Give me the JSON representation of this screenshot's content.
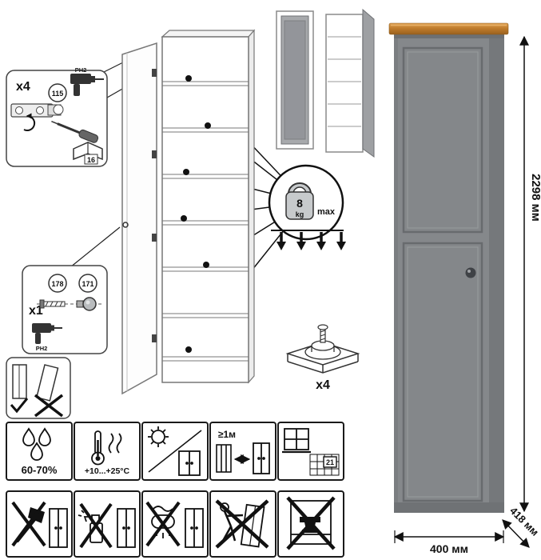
{
  "hinge_panel": {
    "count": "x4",
    "hinge_number": "115",
    "book_page": "16",
    "bit": "PH2"
  },
  "handle_panel": {
    "count": "x1",
    "screw_number": "178",
    "knob_number": "171",
    "bit": "PH2"
  },
  "load": {
    "value": "8",
    "unit": "kg",
    "max_label": "max"
  },
  "foot": {
    "count": "x4"
  },
  "dims": {
    "height": "2298 мм",
    "width": "400 мм",
    "depth": "418 мм"
  },
  "care": {
    "humidity": "60-70%",
    "temperature": "+10...+25°C",
    "distance": "≥1м",
    "tile": "21"
  },
  "colors": {
    "body_gray": "#85888b",
    "wood": "#c07c2c",
    "line": "#111111"
  }
}
